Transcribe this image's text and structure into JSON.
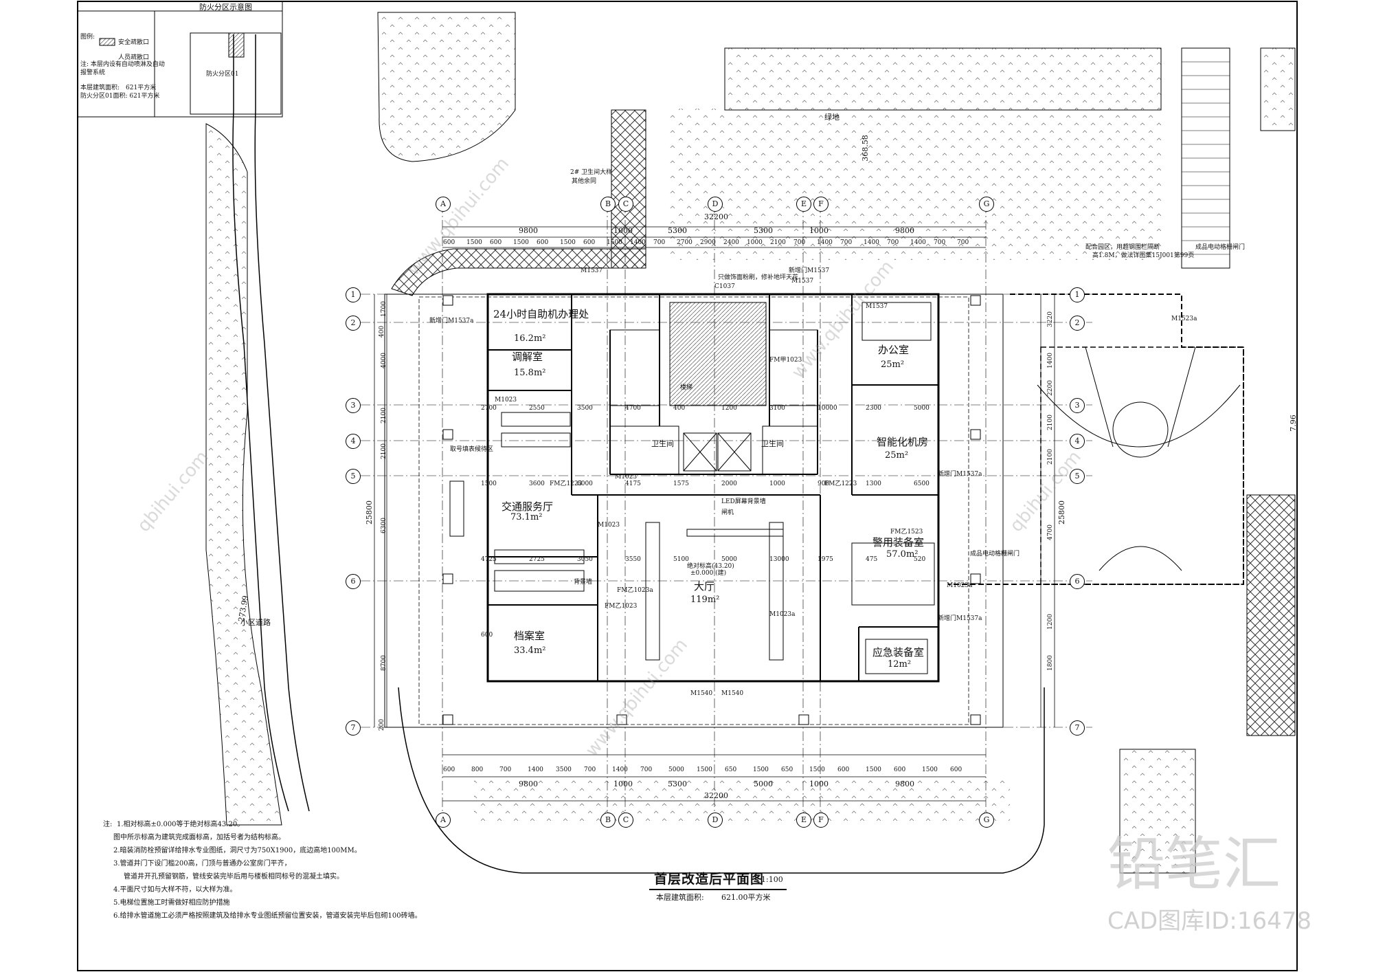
{
  "title": {
    "main": "首层改造后平面图",
    "scale": "1:100",
    "area_label": "本层建筑面积:",
    "area_value": "621.00平方米"
  },
  "inset": {
    "title": "防火分区示意图",
    "legend_title": "图例:",
    "legend_safe_exit": "安全疏散口",
    "legend_person_exit": "人员疏散口",
    "note1": "注: 本层内设有自动喷淋及自动",
    "note2": "报警系统",
    "area1": "本层建筑面积:　621平方米",
    "area2": "防火分区01面积: 621平方米",
    "zone": "防火分区01"
  },
  "rooms": [
    {
      "key": "r24h",
      "name": "24小时自助机办理处"
    },
    {
      "key": "r24h_area",
      "name": "16.2m²"
    },
    {
      "key": "mediation",
      "name": "调解室"
    },
    {
      "key": "mediation_area",
      "name": "15.8m²"
    },
    {
      "key": "traffic",
      "name": "交通服务厅"
    },
    {
      "key": "traffic_area",
      "name": "73.1m²"
    },
    {
      "key": "archive",
      "name": "档案室"
    },
    {
      "key": "archive_area",
      "name": "33.4m²"
    },
    {
      "key": "hall",
      "name": "大厅"
    },
    {
      "key": "hall_area",
      "name": "119m²"
    },
    {
      "key": "office",
      "name": "办公室"
    },
    {
      "key": "office_area",
      "name": "25m²"
    },
    {
      "key": "smart",
      "name": "智能化机房"
    },
    {
      "key": "smart_area",
      "name": "25m²"
    },
    {
      "key": "police",
      "name": "警用装备室"
    },
    {
      "key": "police_area",
      "name": "57.0m²"
    },
    {
      "key": "emergency",
      "name": "应急装备室"
    },
    {
      "key": "emergency_area",
      "name": "12m²"
    },
    {
      "key": "wc1",
      "name": "卫生间"
    },
    {
      "key": "wc2",
      "name": "卫生间"
    }
  ],
  "axes": {
    "cols": [
      "A",
      "B",
      "C",
      "D",
      "E",
      "F",
      "G"
    ],
    "rows": [
      "1",
      "2",
      "3",
      "4",
      "5",
      "6",
      "7"
    ]
  },
  "dims": {
    "top_total": "32200",
    "top_major": [
      "9800",
      "1000",
      "5300",
      "5300",
      "1000",
      "9800"
    ],
    "top_minor": [
      "600",
      "1500",
      "600",
      "1500",
      "600",
      "1500",
      "600",
      "1500",
      "1400",
      "700",
      "2700",
      "2900",
      "2400",
      "1000",
      "2100",
      "700",
      "1400",
      "700",
      "1400",
      "700",
      "1400",
      "700",
      "700"
    ],
    "bottom_total": "32200",
    "bottom_major": [
      "9800",
      "1000",
      "5300",
      "5000",
      "1000",
      "9800"
    ],
    "bottom_minor": [
      "600",
      "800",
      "700",
      "1400",
      "3500",
      "700",
      "1400",
      "700",
      "5000",
      "1500",
      "650",
      "1500",
      "650",
      "1500",
      "600",
      "1500",
      "600",
      "1500",
      "600"
    ],
    "left_total": "25800",
    "left": [
      "1700",
      "400",
      "4000",
      "2100",
      "2100",
      "6300",
      "8700",
      "200"
    ],
    "right_total": "25800",
    "right": [
      "3220",
      "1400",
      "2200",
      "2100",
      "2100",
      "4700",
      "1200",
      "1800"
    ],
    "inner": [
      "2700",
      "2550",
      "3500",
      "4700",
      "400",
      "1200",
      "3100",
      "10000",
      "2300",
      "5000",
      "1500",
      "3600",
      "6000",
      "4175",
      "1575",
      "2000",
      "1000",
      "900",
      "1300",
      "6500",
      "4725",
      "2725",
      "3050",
      "3550",
      "5100",
      "5000",
      "13000",
      "1975",
      "475",
      "520",
      "600"
    ]
  },
  "labels": {
    "lane": "绿地",
    "road": "小区道路",
    "annot_a": "2# 卫生间大样",
    "annot_b": "其他余同",
    "led": "LED屏幕背景墙",
    "gate": "闸机",
    "elev1": "绝对标高(43.20)",
    "elev2": "±0.000 (建)",
    "new_door1": "新增门M1537a",
    "new_door2": "新增门M1537",
    "new_door3": "新增门M1537a",
    "new_door4": "新增门M1537a",
    "fence": "配合园区，用超钢围栏隔断",
    "fence2": "高1.8M，做法详图集15J001第99页",
    "gate_door": "成品电动格栅闸门",
    "gate_door2": "成品电动格栅闸门",
    "service_area": "取号填表候待区",
    "bg_wall": "背景墙",
    "wall_note": "只做饰面粉刷，修补地坪天花",
    "doors": [
      "M1537",
      "M1537",
      "M1537",
      "C1037",
      "M1023",
      "M1023",
      "M1023",
      "FM乙1223",
      "FM乙1223",
      "FM乙1523",
      "M1023a",
      "M1540",
      "M1540",
      "FM乙1023",
      "FM甲1023",
      "M1523a",
      "FM乙1023a",
      "M1023a"
    ],
    "stair": "楼梯",
    "green_value1": "368.58",
    "green_value2": "7.96",
    "road_value": "273.99"
  },
  "notes": {
    "head": "注:",
    "lines": [
      "1.相对标高±0.000等于绝对标高43.20。",
      "图中所示标高为建筑完成面标高，加括号者为结构标高。",
      "2.暗装消防栓预留详给排水专业图纸，洞尺寸为750X1900，底边高地100MM。",
      "3.管道井门下设门槛200高，门顶与普通办公室房门平齐，",
      "管道井开孔预留钢筋，管线安装完毕后用与楼板相同标号的混凝土填实。",
      "4.平面尺寸如与大样不符，以大样为准。",
      "5.电梯位置施工时需做好相应防护措施",
      "6.给排水管道施工必须严格按照建筑及给排水专业图纸预留位置安装，管道安装完毕后包砌100砖墙。"
    ]
  },
  "watermark": {
    "brand": "铅笔汇",
    "id": "CAD图库ID:16478",
    "url": "www.qbihui.com",
    "url2": "qbihui.com"
  }
}
